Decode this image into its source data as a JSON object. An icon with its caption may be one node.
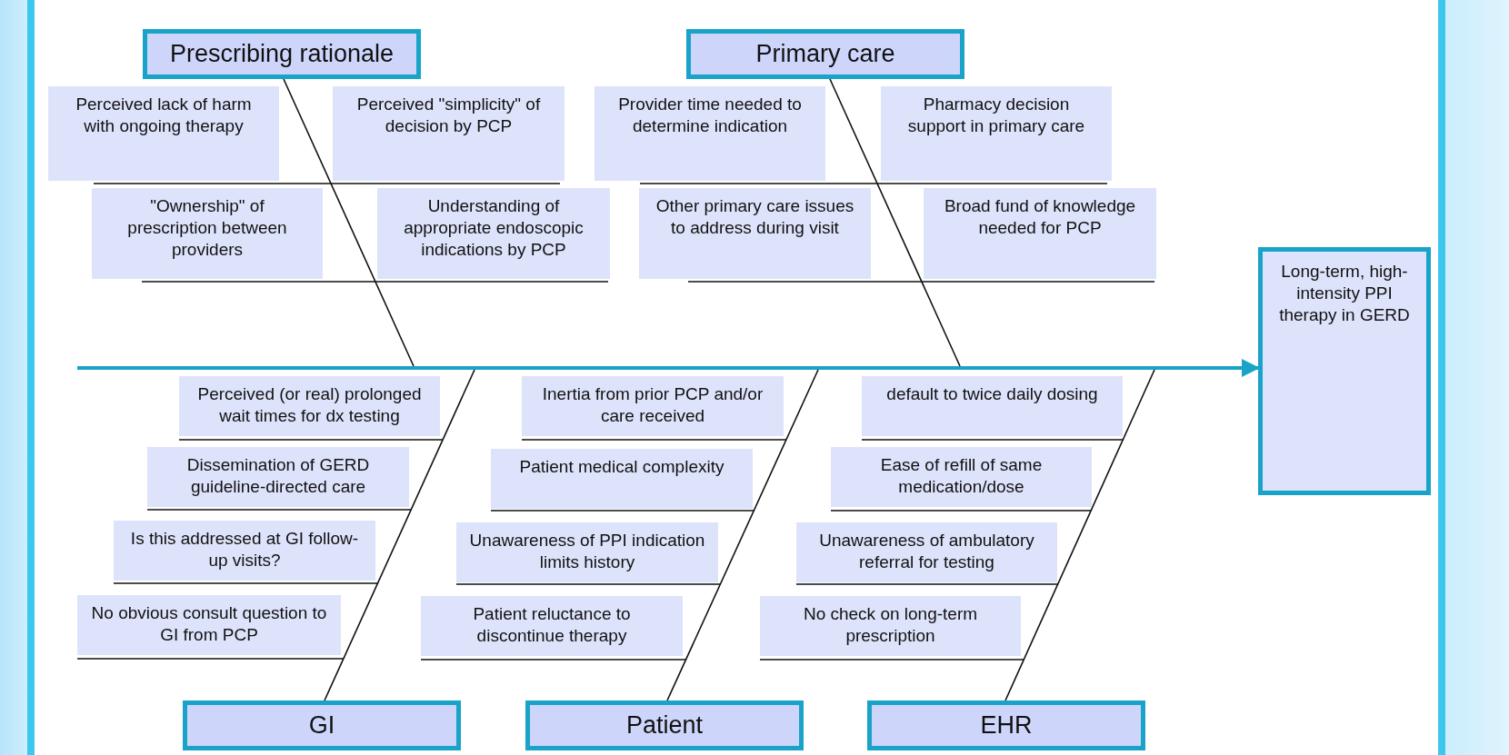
{
  "diagram": {
    "nodes": [
      {
        "text": [
          "Prescribing rationale"
        ]
      },
      {
        "text": [
          "Primary care"
        ]
      },
      {
        "text": [
          "Perceived lack of harm with ongoing therapy"
        ]
      },
      {
        "text": [
          "Perceived \"simplicity\" of decision by PCP"
        ]
      },
      {
        "text": [
          "Provider time needed to determine indication"
        ]
      },
      {
        "text": [
          "Pharmacy decision support in primary care"
        ]
      },
      {
        "text": [
          "\"Ownership\" of prescription between providers"
        ]
      },
      {
        "text": [
          "Understanding of appropriate endoscopic indications by PCP"
        ]
      },
      {
        "text": [
          "Other primary care issues to address during visit"
        ]
      },
      {
        "text": [
          "Broad fund of knowledge needed for PCP"
        ]
      },
      {
        "text": [
          "Long-term, high-intensity PPI therapy in GERD"
        ]
      },
      {
        "text": [
          "Perceived (or real) prolonged wait times for dx testing"
        ]
      },
      {
        "text": [
          "Inertia from prior PCP and/or care received"
        ]
      },
      {
        "text": [
          "default to twice daily dosing"
        ]
      },
      {
        "text": [
          "Dissemination of GERD guideline-directed care"
        ]
      },
      {
        "text": [
          "Patient medical complexity"
        ]
      },
      {
        "text": [
          "Ease of refill of same medication/dose"
        ]
      },
      {
        "text": [
          "Is this addressed at GI follow-up visits?"
        ]
      },
      {
        "text": [
          "Unawareness of PPI indication limits history"
        ]
      },
      {
        "text": [
          "Unawareness of ambulatory referral for testing"
        ]
      },
      {
        "text": [
          "No obvious consult question to GI from PCP"
        ]
      },
      {
        "text": [
          "Patient reluctance to discontinue therapy"
        ]
      },
      {
        "text": [
          "No check on long-term prescription"
        ]
      },
      {
        "text": [
          "GI"
        ]
      },
      {
        "text": [
          "Patient"
        ]
      },
      {
        "text": [
          "EHR"
        ]
      },
      {
        "text": [],
        "shape": "bar"
      }
    ],
    "edges": [
      {
        "from": 26,
        "to": 10,
        "arrow": "to",
        "color": "#1aa3c8"
      },
      {
        "from": 0,
        "to": 26,
        "arrow": "none"
      },
      {
        "from": 1,
        "to": 26,
        "arrow": "none"
      },
      {
        "from": 23,
        "to": 26,
        "arrow": "none"
      },
      {
        "from": 24,
        "to": 26,
        "arrow": "none"
      },
      {
        "from": 25,
        "to": 26,
        "arrow": "none"
      },
      {
        "from": 2,
        "to": 3,
        "arrow": "none"
      },
      {
        "from": 4,
        "to": 5,
        "arrow": "none"
      },
      {
        "from": 6,
        "to": 7,
        "arrow": "none"
      },
      {
        "from": 8,
        "to": 9,
        "arrow": "none"
      },
      {
        "from": 11,
        "to": null,
        "arrow": "none"
      },
      {
        "from": 14,
        "to": null,
        "arrow": "none"
      },
      {
        "from": 17,
        "to": null,
        "arrow": "none"
      },
      {
        "from": 20,
        "to": null,
        "arrow": "none"
      },
      {
        "from": 12,
        "to": null,
        "arrow": "none"
      },
      {
        "from": 15,
        "to": null,
        "arrow": "none"
      },
      {
        "from": 18,
        "to": null,
        "arrow": "none"
      },
      {
        "from": 21,
        "to": null,
        "arrow": "none"
      },
      {
        "from": 13,
        "to": null,
        "arrow": "none"
      },
      {
        "from": 16,
        "to": null,
        "arrow": "none"
      },
      {
        "from": 19,
        "to": null,
        "arrow": "none"
      },
      {
        "from": 22,
        "to": null,
        "arrow": "none"
      }
    ]
  }
}
